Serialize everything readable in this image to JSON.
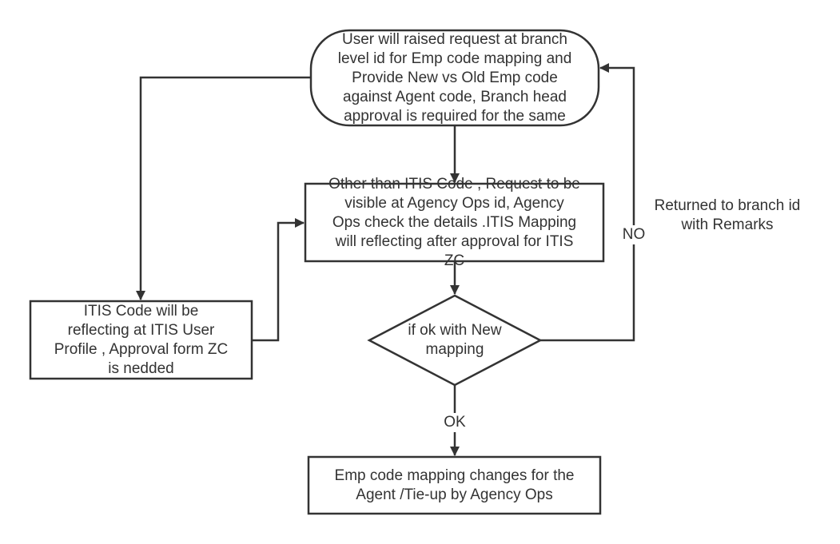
{
  "colors": {
    "stroke": "#333333",
    "text": "#333333",
    "background": "#ffffff"
  },
  "nodes": {
    "start": "User will raised request at branch\nlevel id for Emp code mapping and\nProvide New vs Old Emp code\nagainst Agent code, Branch head\napproval is required for the same",
    "agency_ops": "Other than ITIS Code , Request to be\nvisible at Agency Ops id, Agency\nOps check the details .ITIS Mapping\nwill reflecting after approval for ITIS\nZC",
    "itis_code": "ITIS Code will be\nreflecting at ITIS User\nProfile , Approval form ZC\nis nedded",
    "decision": "if ok with New\nmapping",
    "result": "Emp code mapping changes for the\nAgent /Tie-up by Agency Ops"
  },
  "edge_labels": {
    "no": "NO",
    "ok": "OK",
    "returned": "Returned to branch id\nwith Remarks"
  }
}
